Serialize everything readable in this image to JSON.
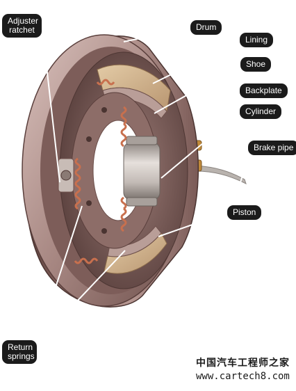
{
  "labels": {
    "adjuster_ratchet": [
      "Adjuster",
      "ratchet"
    ],
    "drum": "Drum",
    "lining": "Lining",
    "shoe": "Shoe",
    "backplate": "Backplate",
    "cylinder": "Cylinder",
    "brake_pipe": "Brake pipe",
    "piston": "Piston",
    "return_springs": [
      "Return",
      "springs"
    ]
  },
  "watermark": {
    "site_cn": "中国汽车工程师之家",
    "url": "www.cartech8.com"
  },
  "colors": {
    "label_bg": "#1b1b1b",
    "label_text": "#ffffff",
    "leader_line": "#ffffff",
    "drum": "#a07b76",
    "lining": "#cfb28c",
    "spring": "#c8704e",
    "cylinder": "#c9c2bd"
  }
}
